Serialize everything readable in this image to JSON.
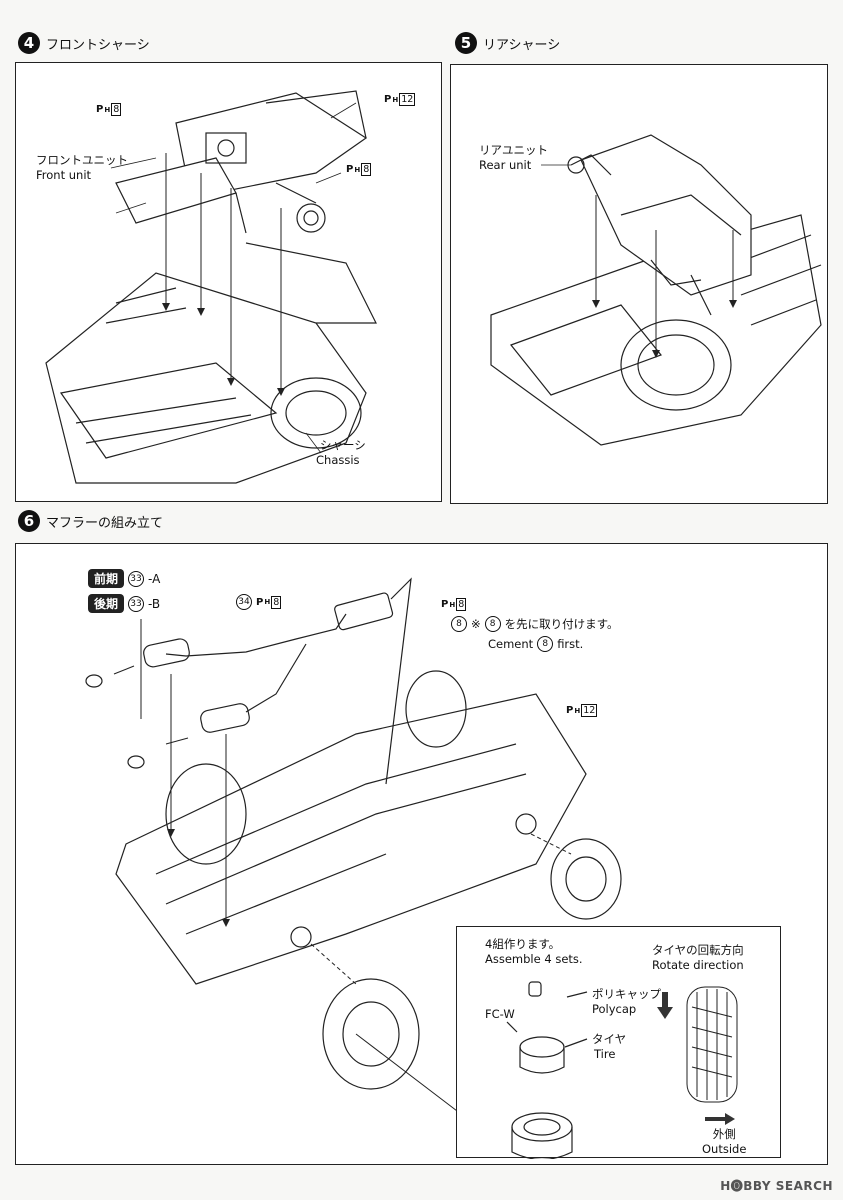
{
  "step4": {
    "num": "4",
    "title": "フロントシャーシ",
    "front_unit_jp": "フロントユニット",
    "front_unit_en": "Front unit",
    "chassis_jp": "シャーシ",
    "chassis_en": "Chassis",
    "ph_a": "8",
    "ph_b": "12",
    "ph_c": "8"
  },
  "step5": {
    "num": "5",
    "title": "リアシャーシ",
    "rear_unit_jp": "リアユニット",
    "rear_unit_en": "Rear unit"
  },
  "step6": {
    "num": "6",
    "title": "マフラーの組み立て",
    "early_label": "前期",
    "early_part": "33",
    "early_suffix": "-A",
    "late_label": "後期",
    "late_part": "33",
    "late_suffix": "-B",
    "part34": "34",
    "part34_ph": "8",
    "ph8": "8",
    "part8": "8",
    "note_jp_prefix": "※",
    "note_jp_part": "8",
    "note_jp_suffix": "を先に取り付けます。",
    "note_en_prefix": "Cement",
    "note_en_part": "8",
    "note_en_suffix": "first.",
    "ph12": "12"
  },
  "inset": {
    "sets_jp": "4組作ります。",
    "sets_en": "Assemble 4 sets.",
    "fcw": "FC-W",
    "polycap_jp": "ポリキャップ",
    "polycap_en": "Polycap",
    "tire_jp": "タイヤ",
    "tire_en": "Tire",
    "rotate_jp": "タイヤの回転方向",
    "rotate_en": "Rotate direction",
    "outside_jp": "外側",
    "outside_en": "Outside"
  },
  "ph_prefix": "P",
  "ph_sub": "H",
  "watermark": "H🅞BBY SEARCH"
}
